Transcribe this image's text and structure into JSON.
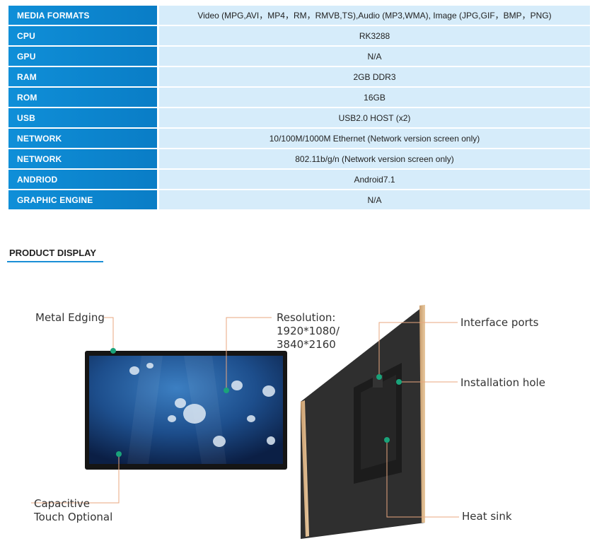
{
  "specs": [
    {
      "label": "MEDIA FORMATS",
      "value": "Video (MPG,AVI，MP4，RM，RMVB,TS),Audio (MP3,WMA), Image (JPG,GIF，BMP，PNG)"
    },
    {
      "label": "CPU",
      "value": "RK3288"
    },
    {
      "label": "GPU",
      "value": "N/A"
    },
    {
      "label": "RAM",
      "value": "2GB DDR3"
    },
    {
      "label": "ROM",
      "value": "16GB"
    },
    {
      "label": "USB",
      "value": "USB2.0 HOST (x2)"
    },
    {
      "label": "NETWORK",
      "value": "10/100M/1000M Ethernet (Network version screen only)"
    },
    {
      "label": "NETWORK",
      "value": "802.11b/g/n (Network version screen only)"
    },
    {
      "label": "ANDRIOD",
      "value": "Android7.1"
    },
    {
      "label": "GRAPHIC ENGINE",
      "value": "N/A"
    }
  ],
  "section_title": "PRODUCT DISPLAY",
  "callouts": {
    "metal_edging": "Metal Edging",
    "resolution_1": "Resolution:",
    "resolution_2": "1920*1080/",
    "resolution_3": "3840*2160",
    "capacitive_1": "Capacitive",
    "capacitive_2": "Touch Optional",
    "interface_ports": "Interface ports",
    "installation_hole": "Installation hole",
    "heat_sink": "Heat sink"
  },
  "colors": {
    "label_bg": "#0f8fd8",
    "value_bg": "#d6ecfa",
    "accent_dot": "#1aa37a",
    "leader_line": "#e8a77f"
  }
}
